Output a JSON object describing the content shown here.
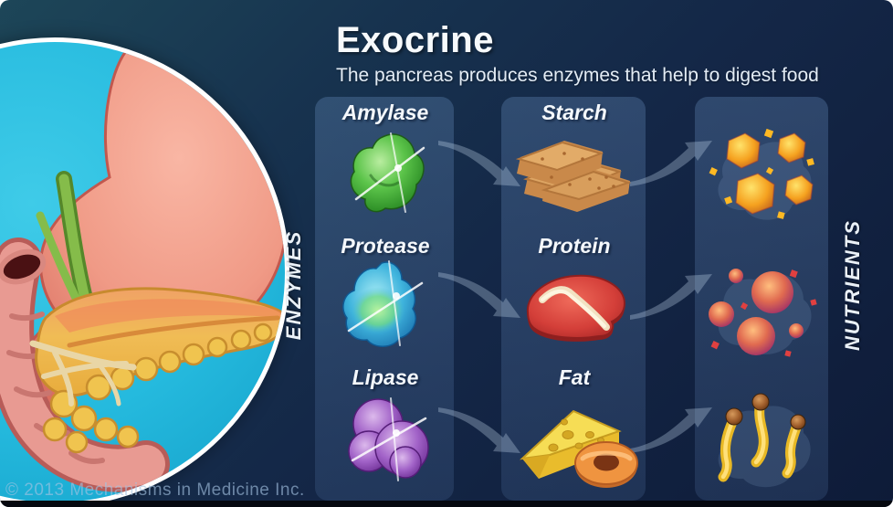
{
  "title": "Exocrine",
  "subtitle": "The pancreas produces enzymes that help to digest food",
  "copyright": "© 2013 Mechanisms in Medicine Inc.",
  "axes": {
    "enzymes": "ENZYMES",
    "nutrients": "NUTRIENTS"
  },
  "rows": [
    {
      "enzyme": "Amylase",
      "food": "Starch",
      "enzyme_icon": "green-enzyme-blob-icon",
      "food_icon": "bread-slices-icon",
      "nutrient_icon": "sugar-molecules-icon"
    },
    {
      "enzyme": "Protease",
      "food": "Protein",
      "enzyme_icon": "blue-enzyme-blob-icon",
      "food_icon": "steak-icon",
      "nutrient_icon": "amino-acids-icon"
    },
    {
      "enzyme": "Lipase",
      "food": "Fat",
      "enzyme_icon": "purple-enzyme-blob-icon",
      "food_icon": "cheese-donut-icon",
      "nutrient_icon": "fatty-acid-chains-icon"
    }
  ],
  "inset": {
    "subject": "pancreas-anatomy-illustration",
    "accent": "#25bade"
  },
  "colors": {
    "background_navy": "#16304e",
    "panel_blue": "#3d5d88",
    "inset_cyan": "#25bade",
    "amylase_green": "#4cb83a",
    "protease_blue": "#2fa8d8",
    "lipase_purple": "#9f5fc4",
    "arrow": "#c7d9ee",
    "title_white": "#f7fafc"
  }
}
